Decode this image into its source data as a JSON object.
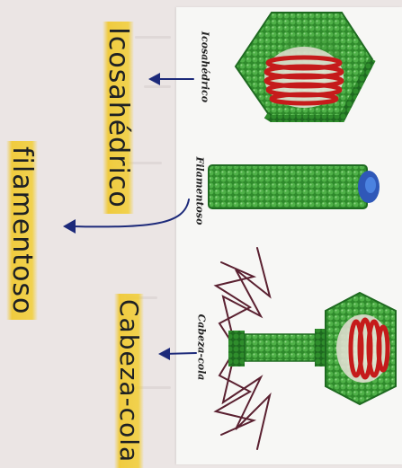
{
  "labels": {
    "printed": {
      "icosahedral": "Icosahédrico",
      "filamentous": "Filamentoso",
      "head_tail": "Cabeza-cola"
    },
    "handwritten": {
      "icosahedral": "Icosahédrico",
      "filamentous": "filamentoso",
      "head_tail": "Cabeza-cola"
    }
  },
  "colors": {
    "capsid_green": "#3f9c3a",
    "capsid_dark": "#1f6a22",
    "genome_red": "#c51b1b",
    "highlighter": "#f2ce34",
    "ink_blue": "#1d2a7a",
    "tail_fiber": "#5a2030",
    "tip_blue": "#2f58b8"
  },
  "icons": [
    "icosahedral-virus-icon",
    "filamentous-virus-icon",
    "bacteriophage-icon",
    "arrow-icon"
  ]
}
